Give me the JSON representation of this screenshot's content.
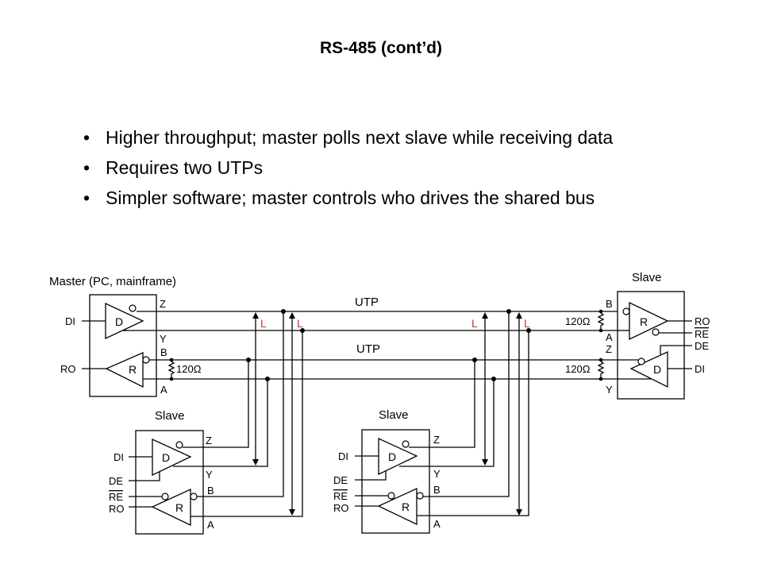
{
  "slide": {
    "title": "RS-485 (cont’d)",
    "bullets": [
      {
        "marker": "•",
        "text": "Higher throughput; master polls next slave while receiving data"
      },
      {
        "marker": "•",
        "text": "Requires two UTPs"
      },
      {
        "marker": "•",
        "text": "Simpler software; master controls who drives the shared bus"
      }
    ]
  },
  "diagram": {
    "master": {
      "label": "Master (PC, mainframe)",
      "driver": "D",
      "receiver": "R",
      "pins": {
        "di": "DI",
        "ro": "RO",
        "z": "Z",
        "y": "Y",
        "b": "B",
        "a": "A"
      },
      "resistor": "120Ω"
    },
    "bus": {
      "utp_top": "UTP",
      "utp_bottom": "UTP",
      "load_marker": "L"
    },
    "slave_right": {
      "label": "Slave",
      "driver": "D",
      "receiver": "R",
      "pins": {
        "ro": "RO",
        "re": "RE",
        "de": "DE",
        "di": "DI",
        "b": "B",
        "a": "A",
        "z": "Z",
        "y": "Y"
      },
      "resistor_top": "120Ω",
      "resistor_bottom": "120Ω"
    },
    "slave_left": {
      "label": "Slave",
      "driver": "D",
      "receiver": "R",
      "pins": {
        "di": "DI",
        "de": "DE",
        "re": "RE",
        "ro": "RO",
        "z": "Z",
        "y": "Y",
        "b": "B",
        "a": "A"
      }
    },
    "slave_middle": {
      "label": "Slave",
      "driver": "D",
      "receiver": "R",
      "pins": {
        "di": "DI",
        "de": "DE",
        "re": "RE",
        "ro": "RO",
        "z": "Z",
        "y": "Y",
        "b": "B",
        "a": "A"
      }
    }
  }
}
